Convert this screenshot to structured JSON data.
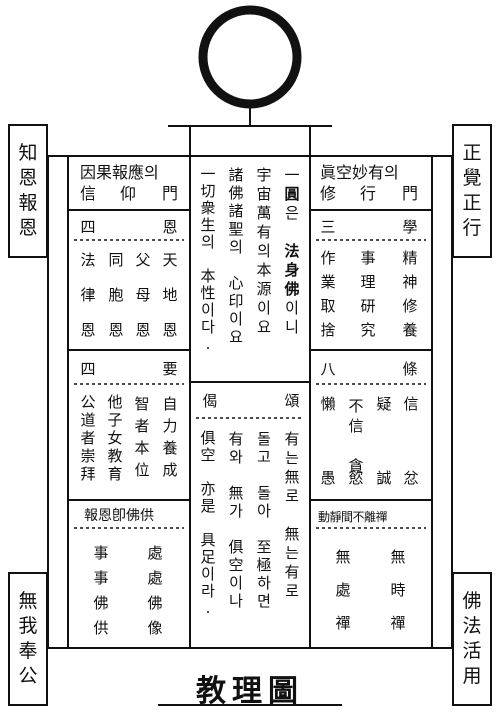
{
  "side_labels": {
    "top_left": [
      "知",
      "恩",
      "報",
      "恩"
    ],
    "top_right": [
      "正",
      "覺",
      "正",
      "行"
    ],
    "bottom_left": [
      "無",
      "我",
      "奉",
      "公"
    ],
    "bottom_right": [
      "佛",
      "法",
      "活",
      "用"
    ]
  },
  "left": {
    "header": {
      "line1": "因果報應의",
      "line2": [
        "信",
        "仰",
        "門"
      ]
    },
    "four_graces": {
      "title": [
        "四",
        "恩"
      ],
      "rows": [
        [
          "法",
          "同",
          "父",
          "天"
        ],
        [
          "律",
          "胞",
          "母",
          "地"
        ],
        [
          "恩",
          "恩",
          "恩",
          "恩"
        ]
      ]
    },
    "four_essentials": {
      "title": [
        "四",
        "要"
      ],
      "cols": [
        [
          "公",
          "道",
          "者",
          "崇",
          "拜"
        ],
        [
          "他",
          "子",
          "女",
          "教",
          "育"
        ],
        [
          "智",
          "者",
          "本",
          "位"
        ],
        [
          "自",
          "力",
          "養",
          "成"
        ]
      ]
    },
    "offering": {
      "title": "報恩卽佛供",
      "col_a": [
        "事",
        "事",
        "佛",
        "供"
      ],
      "col_b": [
        "處",
        "處",
        "佛",
        "像"
      ]
    }
  },
  "center": {
    "top_cols": [
      [
        "一",
        "圓",
        "은",
        "",
        "法",
        "身",
        "佛",
        "이",
        "니"
      ],
      [
        "宇",
        "宙",
        "萬",
        "有",
        "의",
        "本",
        "源",
        "이",
        "요"
      ],
      [
        "諸",
        "佛",
        "諸",
        "聖",
        "의",
        "",
        "心",
        "印",
        "이",
        "요"
      ],
      [
        "一",
        "切",
        "衆",
        "生",
        "의",
        "",
        "本",
        "性",
        "이",
        "다",
        "."
      ]
    ],
    "verse_title": [
      "偈",
      "頌"
    ],
    "verse_cols": [
      [
        "有",
        "는",
        "無",
        "로",
        "",
        "無",
        "는",
        "有",
        "로"
      ],
      [
        "돌",
        "고",
        "",
        "돌",
        "아",
        "",
        "至",
        "極",
        "하",
        "면"
      ],
      [
        "有",
        "와",
        "",
        "無",
        "가",
        "",
        "俱",
        "空",
        "이",
        "나"
      ],
      [
        "俱",
        "空",
        "",
        "亦",
        "是",
        "",
        "具",
        "足",
        "이",
        "라",
        "."
      ]
    ]
  },
  "right": {
    "header": {
      "line1": "眞空妙有의",
      "line2": [
        "修",
        "行",
        "門"
      ]
    },
    "three_studies": {
      "title": [
        "三",
        "學"
      ],
      "rows": [
        [
          "作",
          "事",
          "精"
        ],
        [
          "業",
          "理",
          "神"
        ],
        [
          "取",
          "研",
          "修"
        ],
        [
          "捨",
          "究",
          "養"
        ]
      ]
    },
    "eight_items": {
      "title": [
        "八",
        "條"
      ],
      "cols": [
        [
          "懶"
        ],
        [
          "不",
          "信",
          "",
          "貪"
        ],
        [
          "疑"
        ],
        [
          "信"
        ]
      ],
      "bottom_row": [
        "愚",
        "慾",
        "誠",
        "忿"
      ]
    },
    "zen": {
      "title": "動靜間不離禪",
      "col_a": [
        "無",
        "處",
        "禪"
      ],
      "col_b": [
        "無",
        "時",
        "禪"
      ]
    }
  },
  "footer": {
    "title": "教理圖"
  }
}
